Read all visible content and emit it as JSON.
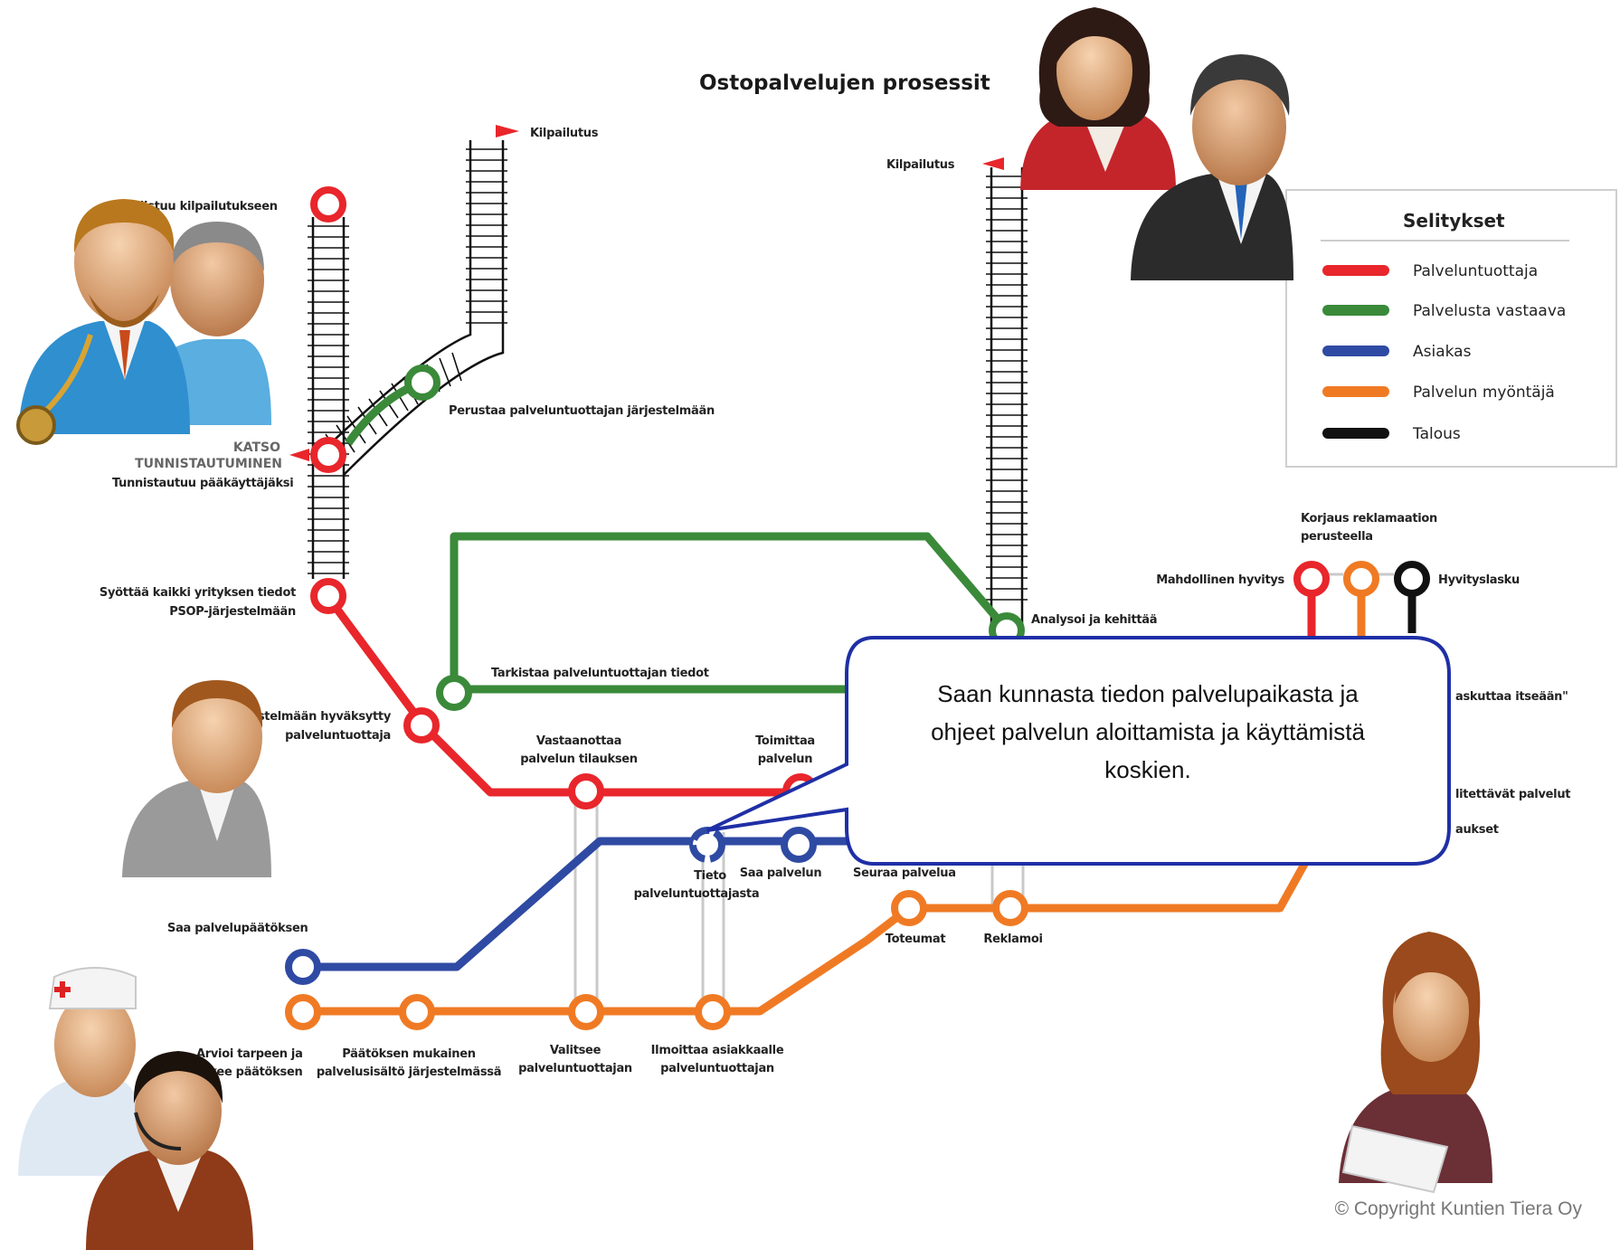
{
  "title": "Ostopalvelujen prosessit",
  "legend": {
    "title": "Selitykset",
    "items": [
      {
        "label": "Palveluntuottaja",
        "color": "#e8262b"
      },
      {
        "label": "Palvelusta vastaava",
        "color": "#3a8a3a"
      },
      {
        "label": "Asiakas",
        "color": "#2f4aa3"
      },
      {
        "label": "Palvelun myöntäjä",
        "color": "#f07a24"
      },
      {
        "label": "Talous",
        "color": "#111111"
      }
    ]
  },
  "labels": {
    "kilpailutus_left": "Kilpailutus",
    "kilpailutus_right": "Kilpailutus",
    "osallistuu": "Osallistuu kilpailutukseen",
    "perustaa": "Perustaa palveluntuottajan järjestelmään",
    "katso_1": "KATSO",
    "katso_2": "TUNNISTAUTUMINEN",
    "tunnistautuu": "Tunnistautuu pääkäyttäjäksi",
    "syottaa_1": "Syöttää kaikki yrityksen tiedot",
    "syottaa_2": "PSOP-järjestelmään",
    "jarjestelmaan_1": "Järjestelmään hyväksytty",
    "jarjestelmaan_2": "palveluntuottaja",
    "tarkistaa": "Tarkistaa palveluntuottajan tiedot",
    "vastaanottaa_1": "Vastaanottaa",
    "vastaanottaa_2": "palvelun tilauksen",
    "toimittaa_1": "Toimittaa",
    "toimittaa_2": "palvelun",
    "analysoi": "Analysoi ja kehittää",
    "korjaus_1": "Korjaus reklamaation",
    "korjaus_2": "perusteella",
    "mahdollinen": "Mahdollinen hyvitys",
    "hyvityslasku": "Hyvityslasku",
    "laskuttaa": "askuttaa itseään\"",
    "laskutettavat": "litettävät palvelut",
    "laskut": "aukset",
    "tieto_1": "Tieto",
    "tieto_2": "palveluntuottajasta",
    "saa_palvelun": "Saa palvelun",
    "seuraa": "Seuraa palvelua",
    "saa_paatoksen": "Saa palvelupäätöksen",
    "toteumat": "Toteumat",
    "reklamoi": "Reklamoi",
    "arvioi_1": "Arvioi tarpeen ja",
    "arvioi_2": "tekee päätöksen",
    "paatoksen_1": "Päätöksen mukainen",
    "paatoksen_2": "palvelusisältö järjestelmässä",
    "valitsee_1": "Valitsee",
    "valitsee_2": "palveluntuottajan",
    "ilmoittaa_1": "Ilmoittaa asiakkaalle",
    "ilmoittaa_2": "palveluntuottajan"
  },
  "callout": {
    "line1": "Saan kunnasta tiedon palvelupaikasta ja",
    "line2": "ohjeet palvelun aloittamista ja käyttämistä",
    "line3": "koskien."
  },
  "copyright": "© Copyright Kuntien Tiera Oy",
  "personas": {
    "top_left": "doctor-and-nurse",
    "top_right": "businesswoman-and-businessman",
    "middle_left": "man",
    "bottom_left": "nurse-and-operator",
    "bottom_right": "woman-reading"
  }
}
